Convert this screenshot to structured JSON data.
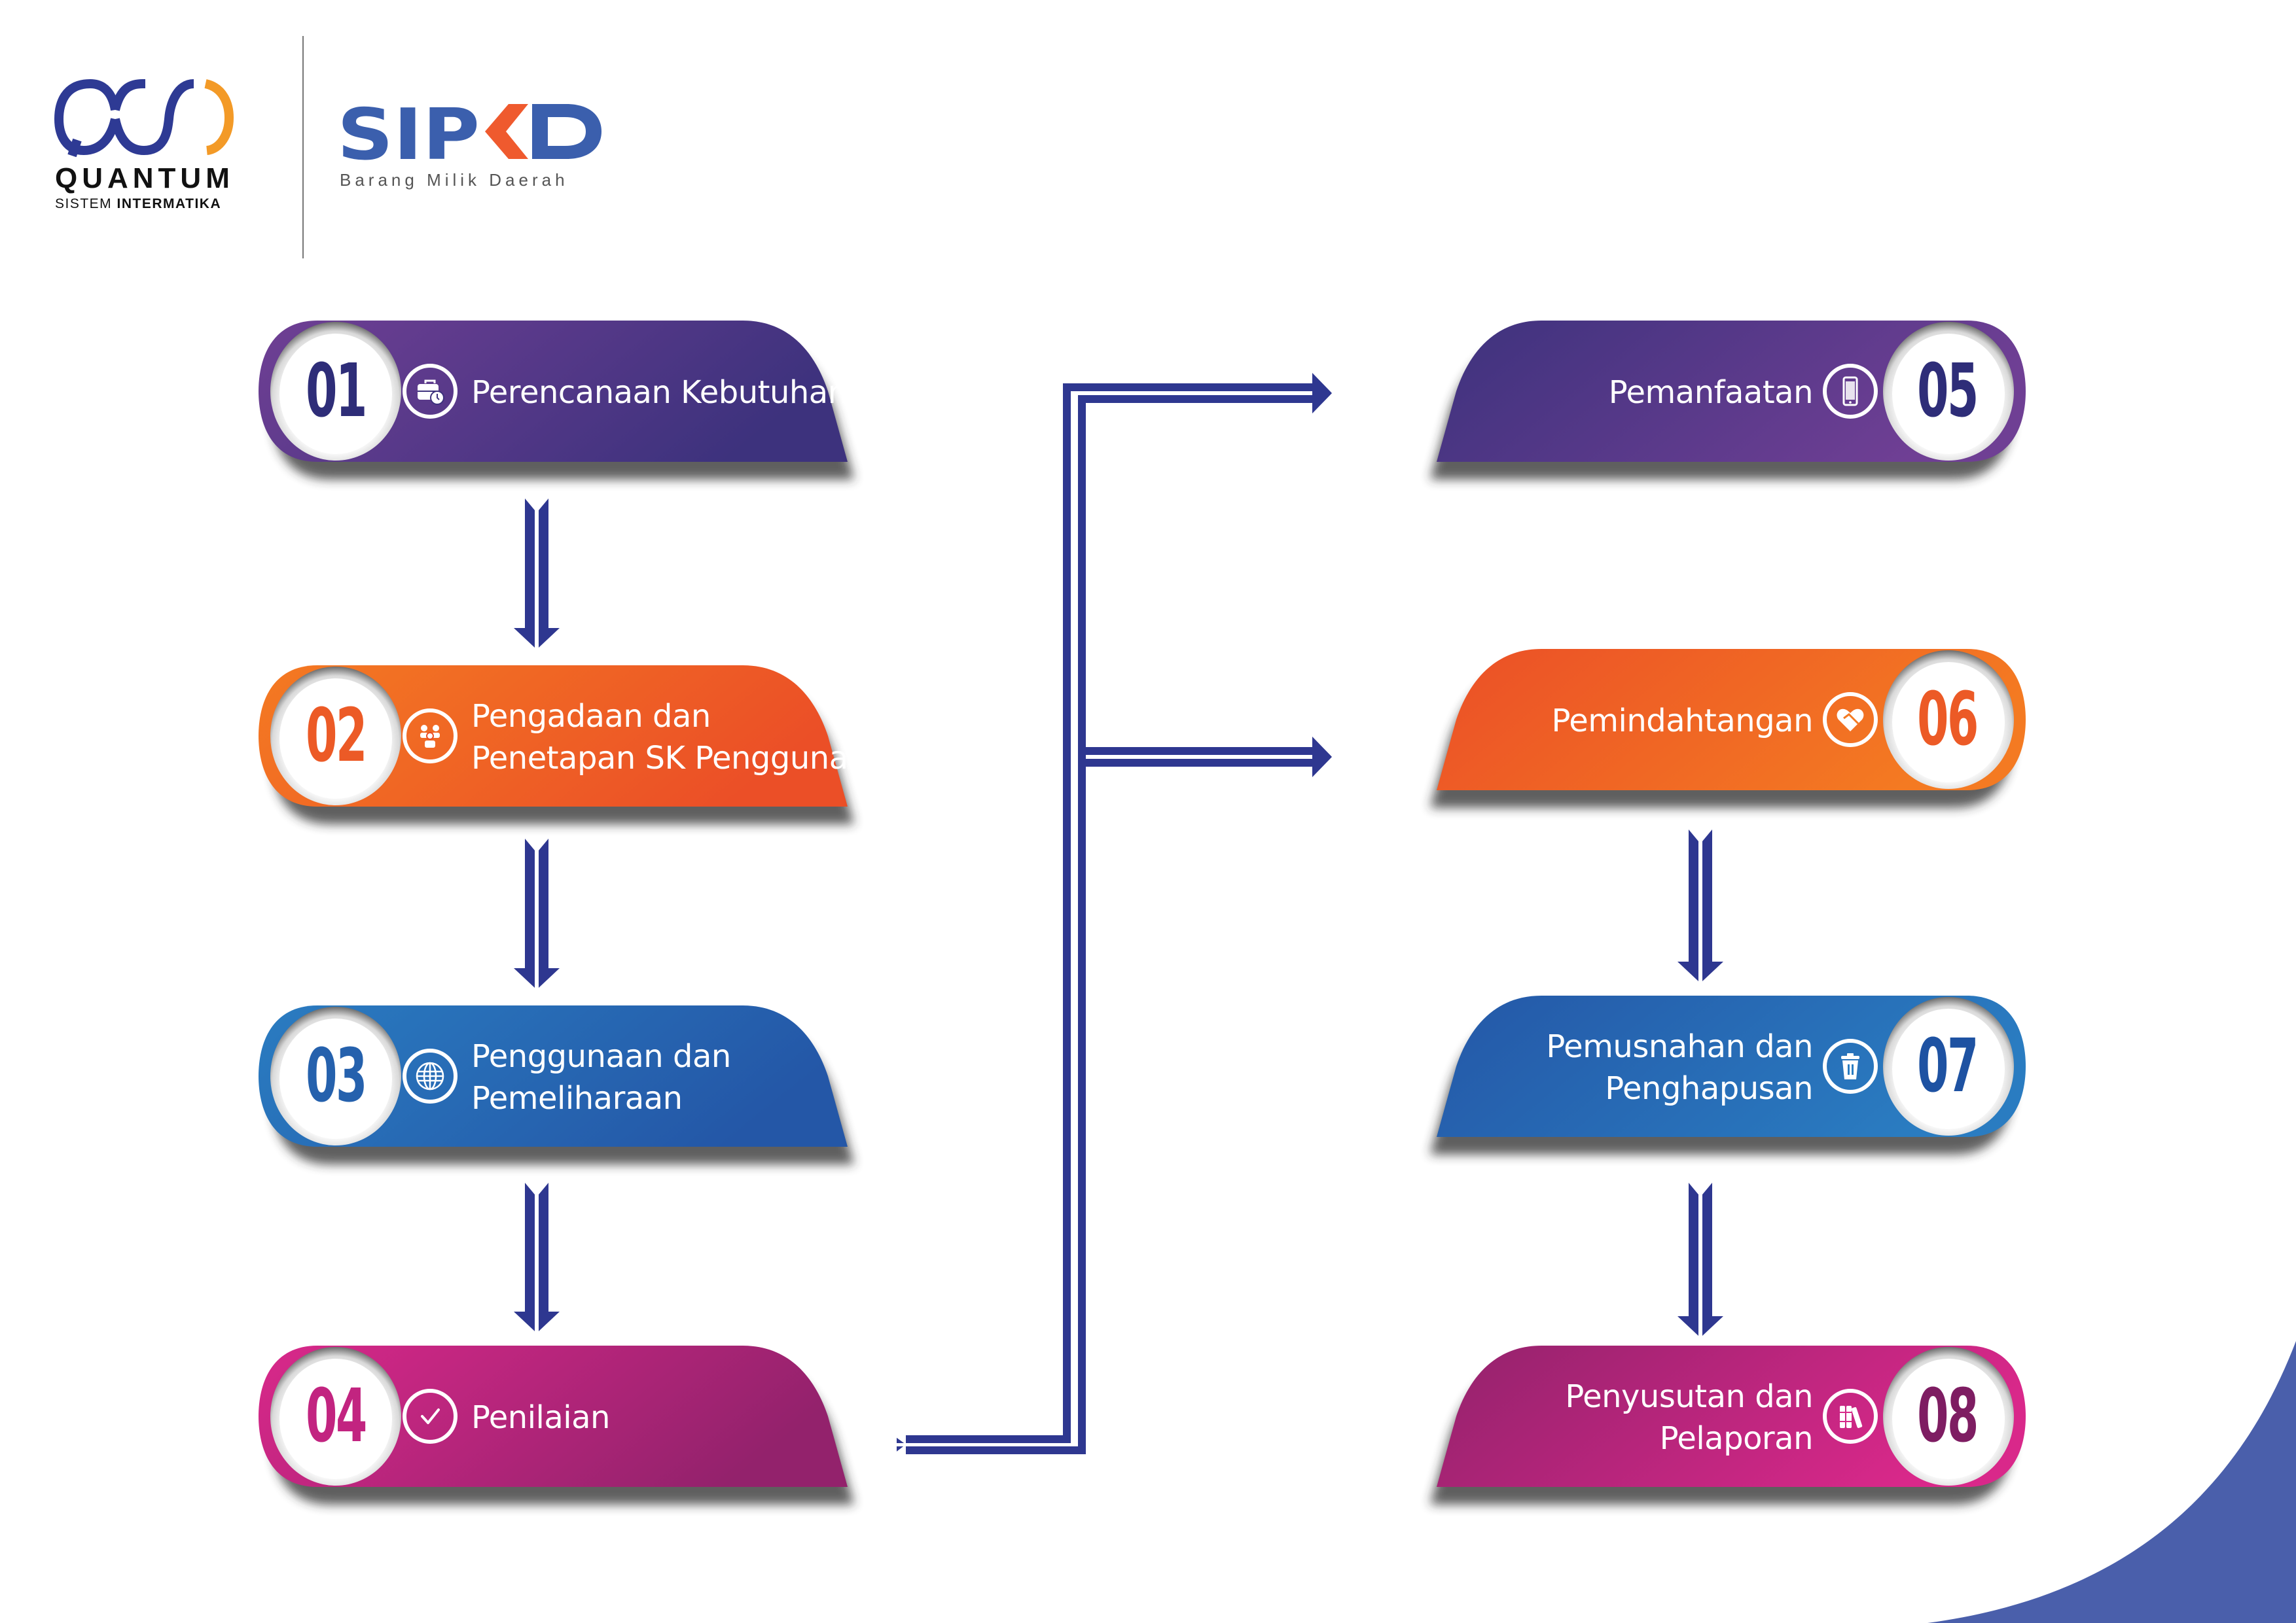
{
  "header": {
    "quantum_logo": {
      "name": "QUANTUM",
      "subtitle_light": "SISTEM",
      "subtitle_bold": "INTERMATIKA",
      "colors": {
        "primary": "#2e3a94",
        "accent": "#f39a27"
      }
    },
    "sipkd_logo": {
      "word_main": "SIP",
      "word_k": "K",
      "word_end": "D",
      "tagline": "Barang Milik Daerah",
      "colors": {
        "primary": "#3b5fad",
        "accent": "#ef5a2e"
      }
    }
  },
  "flow": {
    "arrow_color": "#2e3790",
    "steps": [
      {
        "number": "01",
        "label_lines": [
          "Perencanaan Kebutuhan"
        ],
        "icon": "briefcase-clock-icon",
        "color_start": "#6f3f94",
        "color_end": "#3d327d",
        "number_color": "#2e2d78"
      },
      {
        "number": "02",
        "label_lines": [
          "Pengadaan dan",
          "Penetapan SK Pengguna"
        ],
        "icon": "group-users-icon",
        "color_start": "#f47a22",
        "color_end": "#eb4f27",
        "number_color": "#ec5a26"
      },
      {
        "number": "03",
        "label_lines": [
          "Penggunaan dan",
          "Pemeliharaan"
        ],
        "icon": "globe-icon",
        "color_start": "#2a7cc1",
        "color_end": "#2457a7",
        "number_color": "#2561ad"
      },
      {
        "number": "04",
        "label_lines": [
          "Penilaian"
        ],
        "icon": "check-circle-icon",
        "color_start": "#d9288a",
        "color_end": "#93226c",
        "number_color": "#c22480"
      },
      {
        "number": "05",
        "label_lines": [
          "Pemanfaatan"
        ],
        "icon": "smartphone-icon",
        "color_start": "#3d327d",
        "color_end": "#6f3f94",
        "number_color": "#2e2d78"
      },
      {
        "number": "06",
        "label_lines": [
          "Pemindahtangan"
        ],
        "icon": "handshake-heart-icon",
        "color_start": "#eb4f27",
        "color_end": "#f47a22",
        "number_color": "#ec5a26"
      },
      {
        "number": "07",
        "label_lines": [
          "Pemusnahan dan",
          "Penghapusan"
        ],
        "icon": "trash-icon",
        "color_start": "#2457a7",
        "color_end": "#2a7cc1",
        "number_color": "#1e52a2"
      },
      {
        "number": "08",
        "label_lines": [
          "Penyusutan dan",
          "Pelaporan"
        ],
        "icon": "books-icon",
        "color_start": "#93226c",
        "color_end": "#d9288a",
        "number_color": "#7e1d62"
      }
    ]
  },
  "decoration": {
    "swoosh_color": "#4a5fab"
  }
}
